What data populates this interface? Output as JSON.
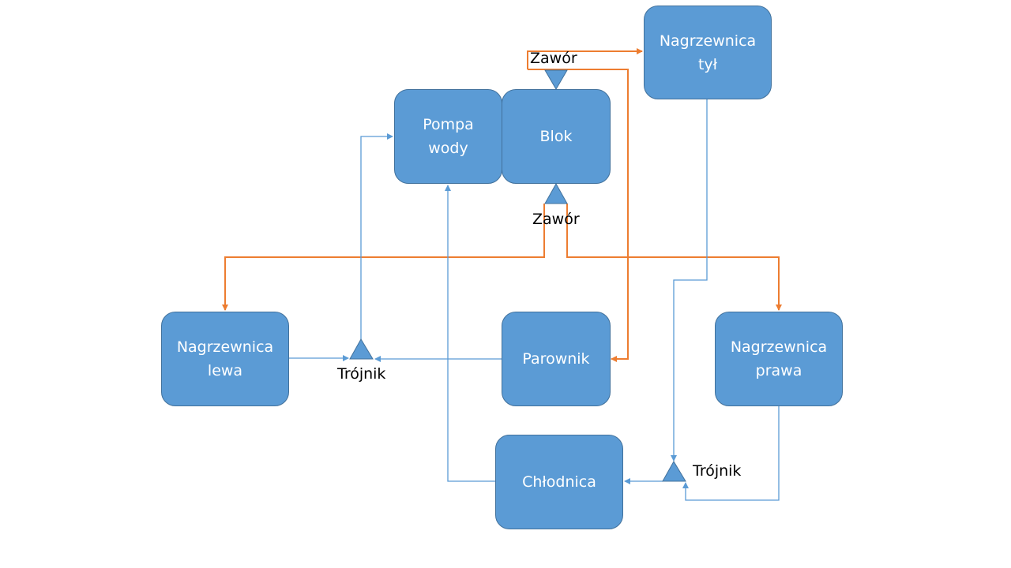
{
  "diagram": {
    "nodes": {
      "heater_rear": "Nagrzewnica\ntył",
      "pump": "Pompa\nwody",
      "block": "Blok",
      "heater_left": "Nagrzewnica\nlewa",
      "evaporator": "Parownik",
      "heater_right": "Nagrzewnica\nprawa",
      "radiator": "Chłodnica"
    },
    "labels": {
      "valve_top": "Zawór",
      "valve_bottom": "Zawór",
      "tee_left": "Trójnik",
      "tee_right": "Trójnik"
    },
    "colors": {
      "node_fill": "#5b9bd5",
      "node_border": "#41719c",
      "hot_line": "#ed7d31",
      "cold_line": "#5b9bd5"
    }
  }
}
